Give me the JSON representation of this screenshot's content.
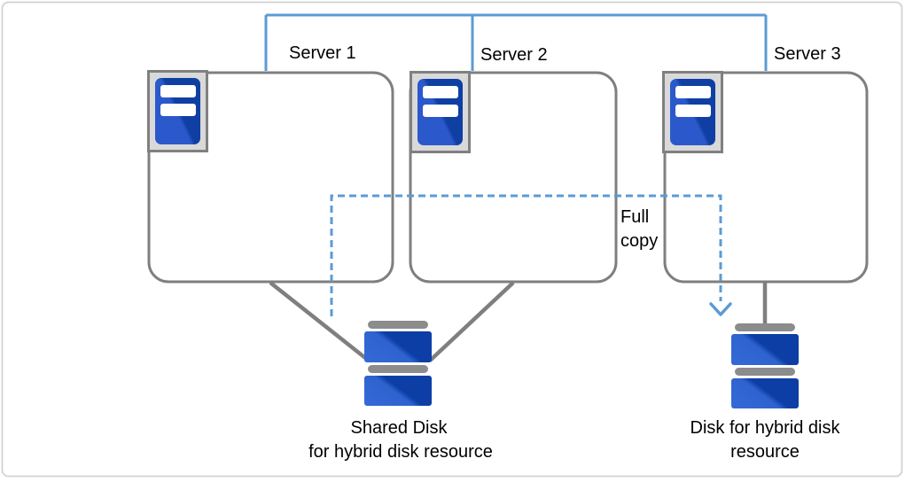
{
  "figure_title": "hybrid disk cluster diagram",
  "servers": [
    {
      "label": "Server 1",
      "icon": "server-icon"
    },
    {
      "label": "Server 2",
      "icon": "server-icon"
    },
    {
      "label": "Server 3",
      "icon": "server-icon"
    }
  ],
  "full_copy": {
    "line1": "Full",
    "line2": "copy"
  },
  "disks": [
    {
      "icon": "disk-icon",
      "caption_line1": "Shared Disk",
      "caption_line2": "for hybrid disk resource"
    },
    {
      "icon": "disk-icon",
      "caption_line1": "Disk for hybrid disk",
      "caption_line2": "resource"
    }
  ],
  "colors": {
    "accent_blue": "#5b9bd5",
    "box_border_gray": "#7f7f7f",
    "line_gray": "#7f7f7f",
    "icon_frame_fill": "#d9d9d9",
    "icon_frame_border": "#808080",
    "server_blue_light": "#2b59cb",
    "server_blue_dark": "#0f3fa3",
    "disk_blue_light": "#2e63cf",
    "disk_blue_dark": "#0c3ea6",
    "disk_cap_gray": "#8c8c8c",
    "frame_border": "#d2d2d2",
    "text": "#000000"
  }
}
